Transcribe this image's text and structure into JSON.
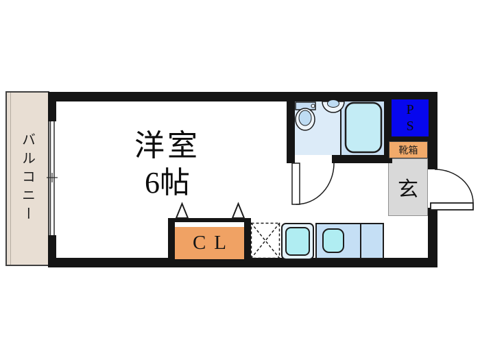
{
  "floorplan": {
    "balcony": {
      "label": "バルコニー"
    },
    "room": {
      "name": "洋室",
      "size": "6帖"
    },
    "closet": {
      "label": "CL"
    },
    "pipe_space": {
      "line1": "P",
      "line2": "S"
    },
    "shoebox": {
      "label": "靴箱"
    },
    "entrance": {
      "label": "玄"
    }
  },
  "colors": {
    "wall": "#151515",
    "balcony_fill": "#e8ded3",
    "ps_blue": "#0707ee",
    "shoebox_orange": "#f2aa6a",
    "closet_orange": "#f0a264",
    "genkan_gray": "#d9d9d9",
    "bath_bg": "#dcebf8",
    "tub_zone_bg": "#c9e0f4",
    "tub_fill": "#c3ecf5",
    "fixture_fill": "#eef5fb",
    "fixture_inner": "#bedcf3",
    "tank_fill": "#c5ddf3",
    "cyan": "#b0edf2",
    "counter_blue": "#c5dff5",
    "sink_unit_bg": "#e4f2fb"
  }
}
